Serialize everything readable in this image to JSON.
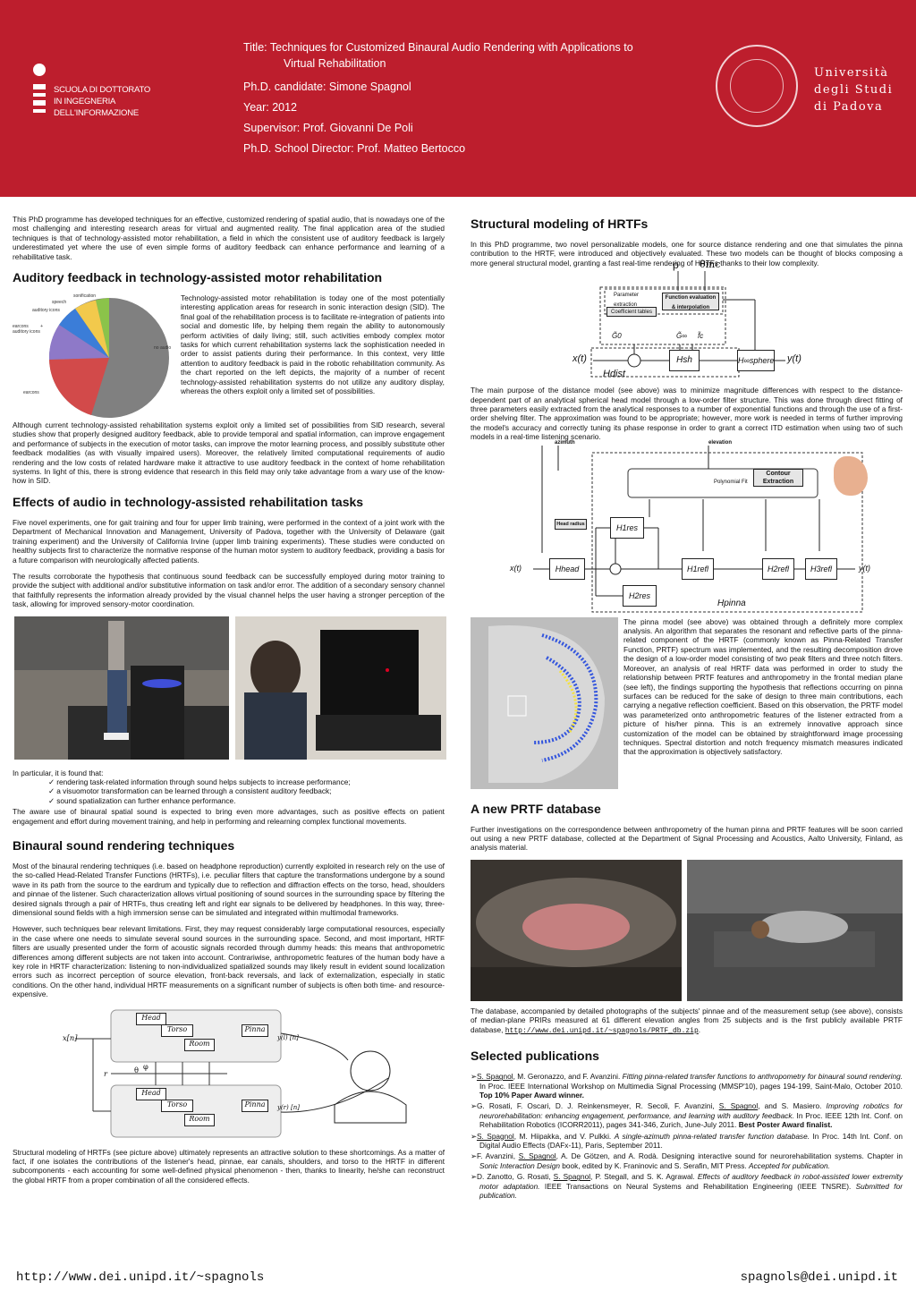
{
  "header": {
    "title_line1": "Title: Techniques for Customized Binaural Audio Rendering with Applications to",
    "title_line2": "Virtual Rehabilitation",
    "candidate": "Ph.D. candidate: Simone Spagnol",
    "year": "Year: 2012",
    "supervisor": "Supervisor: Prof. Giovanni De Poli",
    "director": "Ph.D. School Director: Prof. Matteo Bertocco",
    "school_line1": "SCUOLA DI DOTTORATO",
    "school_line2": "IN INGEGNERIA",
    "school_line3": "DELL'INFORMAZIONE",
    "uni_line1": "Università",
    "uni_line2": "degli Studi",
    "uni_line3": "di Padova",
    "accent_color": "#bd1e2d"
  },
  "left": {
    "intro": "This PhD programme has developed techniques for an effective, customized rendering of spatial audio, that is nowadays one of the most challenging and interesting research areas for virtual and augmented reality. The final application area of the studied techniques is that of technology-assisted motor rehabilitation, a field in which the consistent use of auditory feedback is largely underestimated yet where the use of even simple forms of auditory feedback can enhance performance and learning of a rehabilitative task.",
    "h_auditory": "Auditory feedback in technology-assisted motor rehabilitation",
    "auditory_p1": "Technology-assisted motor rehabilitation is today one of the most potentially interesting application areas for research in sonic interaction design (SID). The final goal of the rehabilitation process is to facilitate re-integration of patients into social and domestic life, by helping them regain the ability to autonomously perform activities of daily living; still, such activities embody complex motor tasks for which current rehabilitation systems lack the sophistication needed in order to assist patients during their performance. In this context, very little attention to auditory feedback is paid in the robotic rehabilitation community. As the chart reported on the left depicts, the majority of a number of recent technology-assisted rehabilitation systems do not utilize any auditory display, whereas the others exploit only a limited set of possibilities.",
    "auditory_p2": "Although current technology-assisted rehabilitation systems exploit only a limited set of possibilities from SID research, several studies show that properly designed auditory feedback, able to provide temporal and spatial information, can improve engagement and performance of subjects in the execution of motor tasks, can improve the motor learning process, and possibly substitute other feedback modalities (as with visually impaired users). Moreover, the relatively limited computational requirements of audio rendering and the low costs of related hardware make it attractive to use auditory feedback in the context of home rehabilitation systems. In light of this, there is strong evidence that research in this field may only take advantage from a wary use of the know-how in SID.",
    "pie_labels": [
      "sonification",
      "speech",
      "auditory icons",
      "earcons + auditory icons",
      "no audio",
      "earcons"
    ],
    "h_effects": "Effects of audio in technology-assisted rehabilitation tasks",
    "effects_p1": "Five novel experiments, one for gait training and four for upper limb training, were performed in the context of a joint work with the Department of Mechanical Innovation and Management, University of Padova, together with the University of Delaware (gait training experiment) and the University of California Irvine (upper limb training experiments). These studies were conducted on healthy subjects first to characterize the normative response of the human motor system to auditory feedback, providing a basis for a future comparison with neurologically affected patients.",
    "effects_p2": "The results corroborate the hypothesis that continuous sound feedback can be successfully employed during motor training to provide the subject with additional and/or substitutive information on task and/or error. The addition of a secondary sensory channel that faithfully represents the information already provided by the visual channel helps the user having a stronger perception of the task, allowing for improved sensory-motor coordination.",
    "found": "In particular, it is found that:",
    "checks": [
      "rendering task-related information through sound helps subjects to increase performance;",
      "a visuomotor transformation can be learned through a consistent auditory feedback;",
      "sound spatialization can further enhance performance."
    ],
    "effects_p3": "The aware use of binaural spatial sound is expected to bring even more advantages, such as positive effects on patient engagement and effort during movement training, and help in performing and relearning complex functional movements.",
    "h_binaural": "Binaural sound rendering techniques",
    "binaural_p1": "Most of the binaural rendering techniques (i.e. based on headphone reproduction) currently exploited in research rely on the use of the so-called Head-Related Transfer Functions (HRTFs), i.e. peculiar filters that capture the transformations undergone by a sound wave in its path from the source to the eardrum and typically due to reflection and diffraction effects on the torso, head, shoulders and pinnae of the listener. Such characterization allows virtual positioning of sound sources in the surrounding space by filtering the desired signals through a pair of HRTFs, thus creating left and right ear signals to be delivered by headphones. In this way, three-dimensional sound fields with a high immersion sense can be simulated and integrated within multimodal frameworks.",
    "binaural_p2": "However, such techniques bear relevant limitations. First, they may request considerably large computational resources, especially in the case where one needs to simulate several sound sources in the surrounding space. Second, and most important, HRTF filters are usually presented under the form of acoustic signals recorded through dummy heads: this means that anthropometric differences among different subjects are not taken into account. Contrariwise, anthropometric features of the human body have a key role in HRTF characterization: listening to non-individualized spatialized sounds may likely result in evident sound localization errors such as incorrect perception of source elevation, front-back reversals, and lack of externalization, especially in static conditions. On the other hand, individual HRTF measurements on a significant number of subjects is often both time- and resource-expensive.",
    "binaural_p3": "Structural modeling of HRTFs (see picture above) ultimately represents an attractive solution to these shortcomings. As a matter of fact, if one isolates the contributions of the listener's head, pinnae, ear canals, shoulders, and torso to the HRTF in different subcomponents - each accounting for some well-defined physical phenomenon - then, thanks to linearity, he/she can reconstruct the global HRTF from a proper combination of all the considered effects.",
    "diag_labels": {
      "head": "Head",
      "torso": "Torso",
      "room": "Room",
      "pinna": "Pinna",
      "xn": "x[n]",
      "yl": "y(l) [n]",
      "yr": "y(r) [n]",
      "phi": "φ",
      "theta": "θ",
      "r": "r"
    }
  },
  "right": {
    "h_structural": "Structural modeling of HRTFs",
    "structural_p1": "In this PhD programme, two novel personalizable models, one for source distance rendering and one that simulates the pinna contribution to the HRTF, were introduced and objectively evaluated. These two models can be thought of blocks composing a more general structural model, granting a fast real-time rendering of HRTFs thanks to their low complexity.",
    "structural_p2": "The main purpose of the distance model (see above) was to minimize magnitude differences with respect to the distance-dependent part of an analytical spherical head model through a low-order filter structure. This was done through direct fitting of three parameters easily extracted from the analytical responses to a number of exponential functions and through the use of a first-order shelving filter. The approximation was found to be appropriate; however, more work is needed in terms of further improving the model's accuracy and correctly tuning its phase response in order to grant a correct ITD estimation when using two of such models in a real-time listening scenario.",
    "pinna_text": "The pinna model (see above) was obtained through a definitely more complex analysis. An algorithm that separates the resonant and reflective parts of the pinna-related component of the HRTF (commonly known as Pinna-Related Transfer Function, PRTF) spectrum was implemented, and the resulting decomposition drove the design of a low-order model consisting of two peak filters and three notch filters. Moreover, an analysis of real HRTF data was performed in order to study the relationship between PRTF features and anthropometry in the frontal median plane (see left), the findings supporting the hypothesis that reflections occurring on pinna surfaces can be reduced for the sake of design to three main contributions, each carrying a negative reflection coefficient. Based on this observation, the PRTF model was parameterized onto anthropometric features of the listener extracted from a picture of his/her pinna. This is an extremely innovative approach since customization of the model can be obtained by straightforward image processing techniques. Spectral distortion and notch frequency mismatch measures indicated that the approximation is objectively satisfactory.",
    "dist_labels": {
      "rho": "ρ",
      "theta_inc": "θinc",
      "param": "Parameter extraction",
      "coef": "Coefficient tables",
      "func": "Function evaluation & interpolation",
      "xt": "x(t)",
      "yt": "y(t)",
      "hsh": "Hsh",
      "hsphere": "H∞sphere",
      "hdist": "Hdist",
      "g0": "G̃0",
      "ginf": "G̃∞",
      "fc": "f̃c"
    },
    "pinna_labels": {
      "azimuth": "azimuth",
      "elevation": "elevation",
      "poly": "Polynomial Fit",
      "contour": "Contour Extraction",
      "head_radius": "Head radius",
      "xt": "x(t)",
      "yt": "y(t)",
      "hhead": "Hhead",
      "hres1": "H1res",
      "hres2": "H2res",
      "hrefl1": "H1refl",
      "hrefl2": "H2refl",
      "hrefl3": "H3refl",
      "hpinna": "Hpinna"
    },
    "h_prtf": "A new PRTF database",
    "prtf_p1": "Further investigations on the correspondence between anthropometry of the human pinna and PRTF features will be soon carried out using a new PRTF database, collected at the Department of Signal Processing and Acoustics, Aalto University, Finland, as analysis material.",
    "prtf_p2_pre": "The database, accompanied by detailed photographs of the subjects' pinnae and of the measurement setup (see above), consists of median-plane PRIRs measured at 61 different elevation angles from 25 subjects and is the first publicly available PRTF database, ",
    "prtf_url": "http://www.dei.unipd.it/~spagnols/PRTF_db.zip",
    "h_pubs": "Selected publications"
  },
  "pubs": [
    {
      "a1": "S. Spagnol",
      "a2": ", M. Geronazzo, and F. Avanzini. ",
      "ti": "Fitting pinna-related transfer functions to anthropometry for binaural sound rendering.",
      "rest": " In Proc. IEEE International Workshop on Multimedia Signal Processing (MMSP'10), pages 194-199, Saint-Malo, October 2010. ",
      "bold": "Top 10% Paper Award winner."
    },
    {
      "a0": "G. Rosati, F. Oscari, D. J. Reinkensmeyer, R. Secoli, F. Avanzini, ",
      "a1": "S. Spagnol",
      "a2": ", and S. Masiero. ",
      "ti": "Improving robotics for neurorehabilitation: enhancing engagement, performance, and learning with auditory feedback.",
      "rest": " In Proc. IEEE 12th Int. Conf. on Rehabilitation Robotics (ICORR2011), pages 341-346, Zurich, June-July 2011. ",
      "bold": "Best Poster Award finalist."
    },
    {
      "a1": "S. Spagnol",
      "a2": ", M. Hiipakka, and V. Pulkki. ",
      "ti": "A single-azimuth pinna-related transfer function database.",
      "rest": " In Proc. 14th Int. Conf. on Digital Audio Effects (DAFx-11), Paris, September 2011.",
      "bold": ""
    },
    {
      "a0": "F. Avanzini, ",
      "a1": "S. Spagnol",
      "a2": ", A. De Götzen, and A. Rodà. Designing interactive sound for neurorehabilitation systems. Chapter in ",
      "ti": "Sonic Interaction Design",
      "rest": " book, edited by K. Franinovic and S. Serafin, MIT Press. ",
      "it2": "Accepted for publication."
    },
    {
      "a0": "D. Zanotto, G. Rosati, ",
      "a1": "S. Spagnol",
      "a2": ", P. Stegall, and S. K. Agrawal. ",
      "ti": "Effects of auditory feedback in robot-assisted lower extremity motor adaptation.",
      "rest": " IEEE Transactions on Neural Systems and Rehabilitation Engineering (IEEE TNSRE). ",
      "it2": "Submitted for publication."
    }
  ],
  "footer": {
    "left": "http://www.dei.unipd.it/~spagnols",
    "right": "spagnols@dei.unipd.it"
  }
}
